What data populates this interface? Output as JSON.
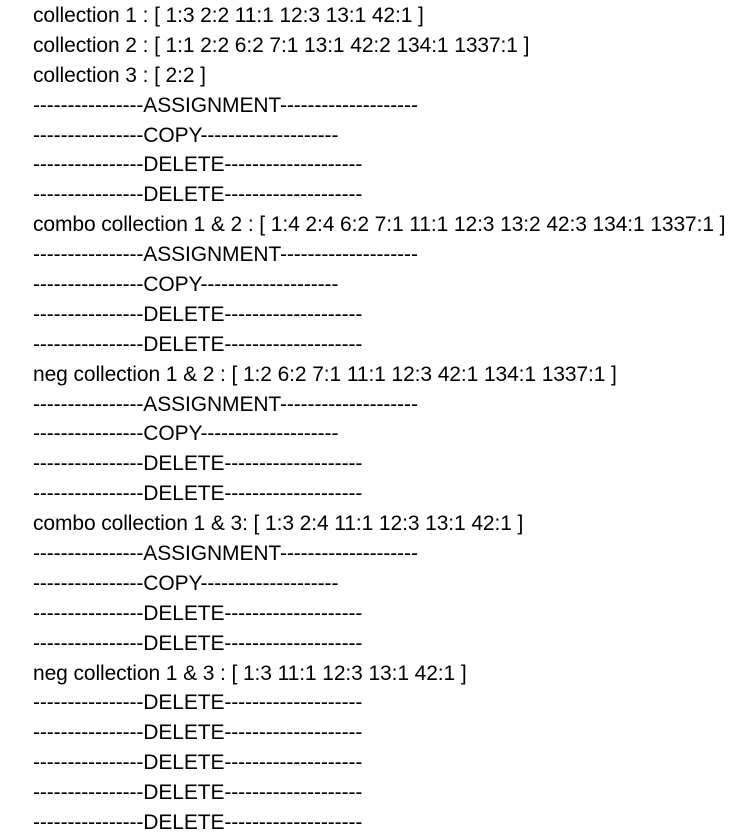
{
  "page": {
    "background_color": "#ffffff",
    "text_color": "#000000"
  },
  "console": {
    "lines": [
      {
        "kind": "collection-1-line",
        "text": "collection 1 : [ 1:3 2:2 11:1 12:3 13:1 42:1 ]"
      },
      {
        "kind": "collection-2-line",
        "text": "collection 2 : [ 1:1 2:2 6:2 7:1 13:1 42:2 134:1 1337:1 ]"
      },
      {
        "kind": "collection-3-line",
        "text": "collection 3 : [ 2:2 ]"
      },
      {
        "kind": "divider-assignment",
        "text": "----------------ASSIGNMENT--------------------"
      },
      {
        "kind": "divider-copy",
        "text": "----------------COPY--------------------"
      },
      {
        "kind": "divider-delete",
        "text": "----------------DELETE--------------------"
      },
      {
        "kind": "divider-delete",
        "text": "----------------DELETE--------------------"
      },
      {
        "kind": "combo-collection-1-2-line",
        "text": "combo collection 1 & 2 : [ 1:4 2:4 6:2 7:1 11:1 12:3 13:2 42:3 134:1 1337:1 ]"
      },
      {
        "kind": "divider-assignment",
        "text": "----------------ASSIGNMENT--------------------"
      },
      {
        "kind": "divider-copy",
        "text": "----------------COPY--------------------"
      },
      {
        "kind": "divider-delete",
        "text": "----------------DELETE--------------------"
      },
      {
        "kind": "divider-delete",
        "text": "----------------DELETE--------------------"
      },
      {
        "kind": "neg-collection-1-2-line",
        "text": "neg collection 1 & 2 : [ 1:2 6:2 7:1 11:1 12:3 42:1 134:1 1337:1 ]"
      },
      {
        "kind": "divider-assignment",
        "text": "----------------ASSIGNMENT--------------------"
      },
      {
        "kind": "divider-copy",
        "text": "----------------COPY--------------------"
      },
      {
        "kind": "divider-delete",
        "text": "----------------DELETE--------------------"
      },
      {
        "kind": "divider-delete",
        "text": "----------------DELETE--------------------"
      },
      {
        "kind": "combo-collection-1-3-line",
        "text": "combo collection 1 & 3: [ 1:3 2:4 11:1 12:3 13:1 42:1 ]"
      },
      {
        "kind": "divider-assignment",
        "text": "----------------ASSIGNMENT--------------------"
      },
      {
        "kind": "divider-copy",
        "text": "----------------COPY--------------------"
      },
      {
        "kind": "divider-delete",
        "text": "----------------DELETE--------------------"
      },
      {
        "kind": "divider-delete",
        "text": "----------------DELETE--------------------"
      },
      {
        "kind": "neg-collection-1-3-line",
        "text": "neg collection 1 & 3 : [ 1:3 11:1 12:3 13:1 42:1 ]"
      },
      {
        "kind": "divider-delete",
        "text": "----------------DELETE--------------------"
      },
      {
        "kind": "divider-delete",
        "text": "----------------DELETE--------------------"
      },
      {
        "kind": "divider-delete",
        "text": "----------------DELETE--------------------"
      },
      {
        "kind": "divider-delete",
        "text": "----------------DELETE--------------------"
      },
      {
        "kind": "divider-delete",
        "text": "----------------DELETE--------------------"
      }
    ]
  }
}
